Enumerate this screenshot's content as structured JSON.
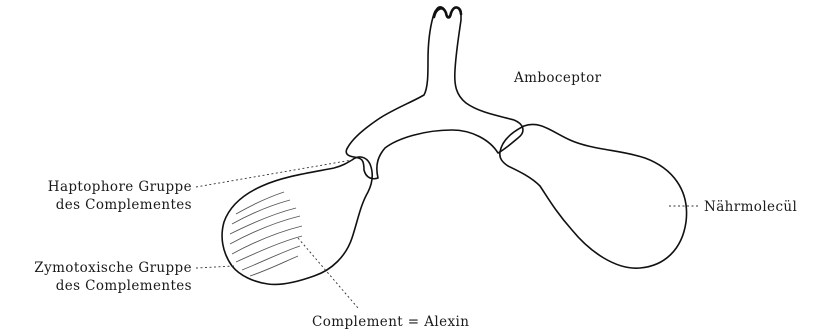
{
  "labels": {
    "amboceptor": "Amboceptor",
    "haptophore_line1": "Haptophore Gruppe",
    "haptophore_line2": "des Complementes",
    "zymotoxische_line1": "Zymotoxische Gruppe",
    "zymotoxische_line2": "des Complementes",
    "naehrmolecuel": "Nährmolecül",
    "complement": "Complement = Alexin"
  },
  "colors": {
    "ink": "#111111",
    "background": "#ffffff"
  }
}
